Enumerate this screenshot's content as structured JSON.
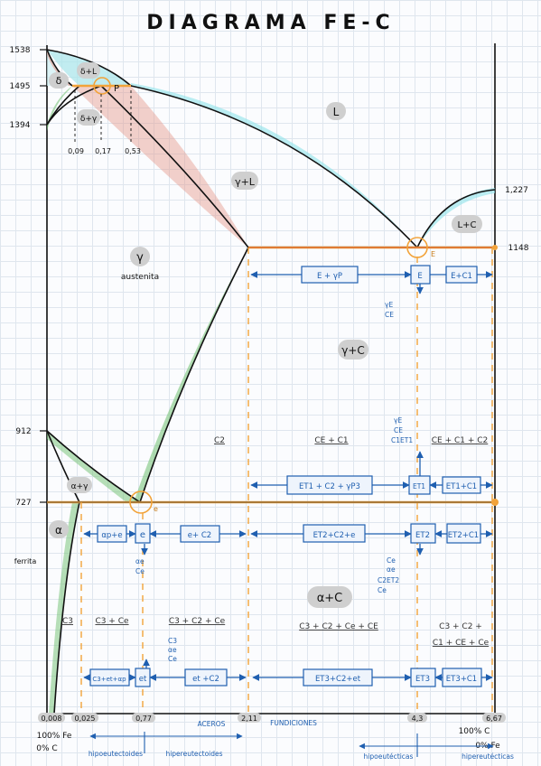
{
  "title": "DIAGRAMA FE-C",
  "y_ticks": [
    "1538",
    "1495",
    "1394",
    "912",
    "727"
  ],
  "right_ticks": [
    "1,227",
    "1148"
  ],
  "x_ticks": [
    "0,008",
    "0,025",
    "0,77",
    "2,11",
    "4,3",
    "6,67"
  ],
  "peritectic_ticks": [
    "0,09",
    "0,17",
    "0,53"
  ],
  "phases": {
    "delta": "δ",
    "delta_l": "δ+L",
    "delta_gamma": "δ+γ",
    "liquid": "L",
    "gamma_l": "γ+L",
    "l_c": "L+C",
    "gamma": "γ",
    "austenita": "austenita",
    "gamma_c": "γ+C",
    "alpha_gamma": "α+γ",
    "alpha": "α",
    "ferrita": "ferrita",
    "alpha_c": "α+C"
  },
  "points": {
    "peritectic": "P",
    "eutectic": "E",
    "eutectoid": "e"
  },
  "boxes": {
    "e_gp": "E + γP",
    "e": "E",
    "e_c1": "E+C1",
    "et1_c2_gp3": "ET1 + C2 + γP3",
    "et1": "ET1",
    "et1_c1": "ET1+C1",
    "apte": "αp+e",
    "e_small": "e",
    "e_c2": "e+ C2",
    "et2_c2_e": "ET2+C2+e",
    "et2": "ET2",
    "et2_c1": "ET2+C1",
    "c3_et_ap": "C3+et+αp",
    "et": "et",
    "et_c2": "et +C2",
    "et3_c2_et": "ET3+C2+et",
    "et3": "ET3",
    "et3_c1": "ET3+C1"
  },
  "notes": {
    "ge_ce": [
      "γE",
      "CE"
    ],
    "ge_ce_ct1": [
      "γE",
      "CE",
      "C1ET1"
    ],
    "ae_ce": [
      "αe",
      "Ce"
    ],
    "ce_ae": [
      "Ce",
      "αe",
      "C2ET2",
      "Ce"
    ],
    "c3_ae_ce": [
      "C3",
      "αe",
      "Ce"
    ]
  },
  "gray_labels": {
    "c2": "C2",
    "ce_c1": "CE + C1",
    "ce_c1_c2": "CE + C1 + C2",
    "c3": "C3",
    "c3_ce": "C3 + Ce",
    "c3_c2_ce": "C3 + C2 + Ce",
    "c3_c2_ce_ce": "C3 + C2 + Ce + CE",
    "c3_c2_c1_ce_ce_1": "C3 + C2 +",
    "c3_c2_c1_ce_ce_2": "C1 + CE + Ce"
  },
  "bottom": {
    "fe100": "100% Fe",
    "c0": "0% C",
    "c100": "100% C",
    "fe0": "0% Fe",
    "aceros": "ACEROS",
    "fundiciones": "FUNDICIONES",
    "hipoeutectoides": "hipoeutectoides",
    "hipereutectoides": "hipereutectoides",
    "hipoeutecticas": "hipoeutécticas",
    "hipereutecticas": "hipereutécticas"
  }
}
